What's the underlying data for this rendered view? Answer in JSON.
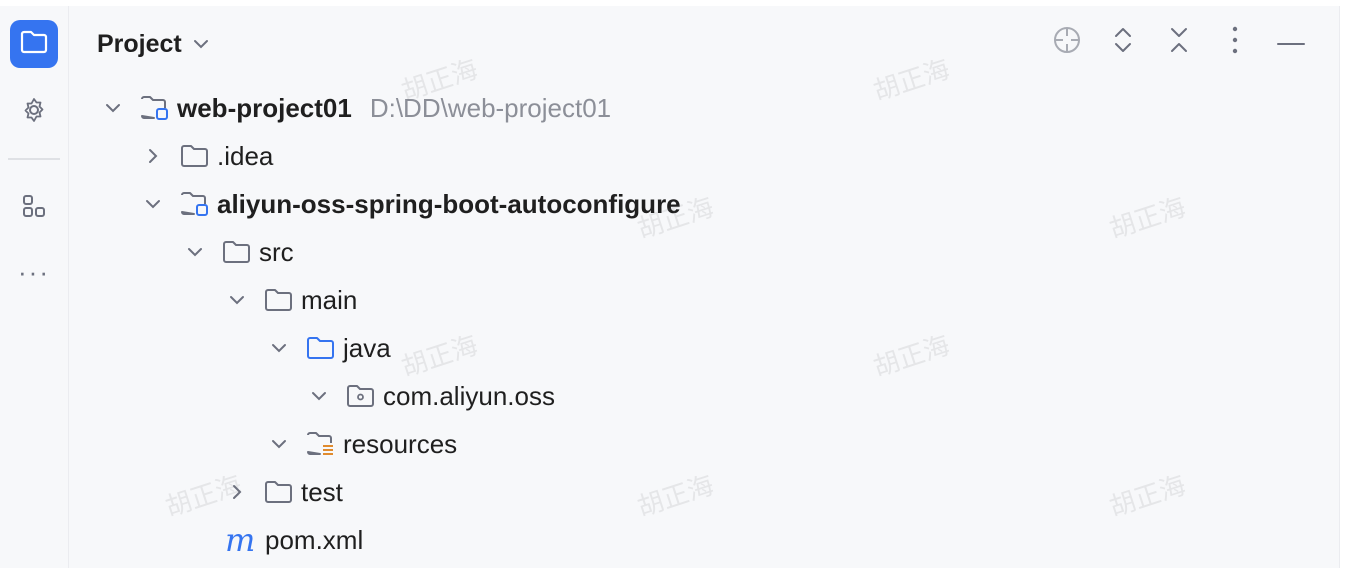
{
  "panel": {
    "title": "Project",
    "title_chevron_icon": "chevron-down-icon"
  },
  "strip": {
    "items": [
      {
        "icon": "folder-icon",
        "active": true
      },
      {
        "icon": "gear-icon",
        "active": false
      },
      {
        "icon": "structure-icon",
        "active": false
      },
      {
        "icon": "more-icon",
        "glyph": "···",
        "active": false
      }
    ]
  },
  "toolbar": {
    "buttons": [
      "locate-icon",
      "expand-all-icon",
      "collapse-all-icon",
      "options-icon",
      "minimize-icon"
    ]
  },
  "tree": {
    "root": {
      "name": "web-project01",
      "path": "D:\\DD\\web-project01"
    },
    "idea": {
      "name": ".idea"
    },
    "module": {
      "name": "aliyun-oss-spring-boot-autoconfigure"
    },
    "src": {
      "name": "src"
    },
    "main": {
      "name": "main"
    },
    "java": {
      "name": "java"
    },
    "package": {
      "name": "com.aliyun.oss"
    },
    "resources": {
      "name": "resources"
    },
    "test": {
      "name": "test"
    },
    "pom": {
      "name": "pom.xml",
      "icon_glyph": "m"
    }
  },
  "watermark": {
    "text": "胡正海"
  },
  "colors": {
    "accent": "#3574f0",
    "icon_gray": "#6c707e",
    "path_gray": "#8c8f98",
    "resources_orange": "#e08b2e"
  }
}
